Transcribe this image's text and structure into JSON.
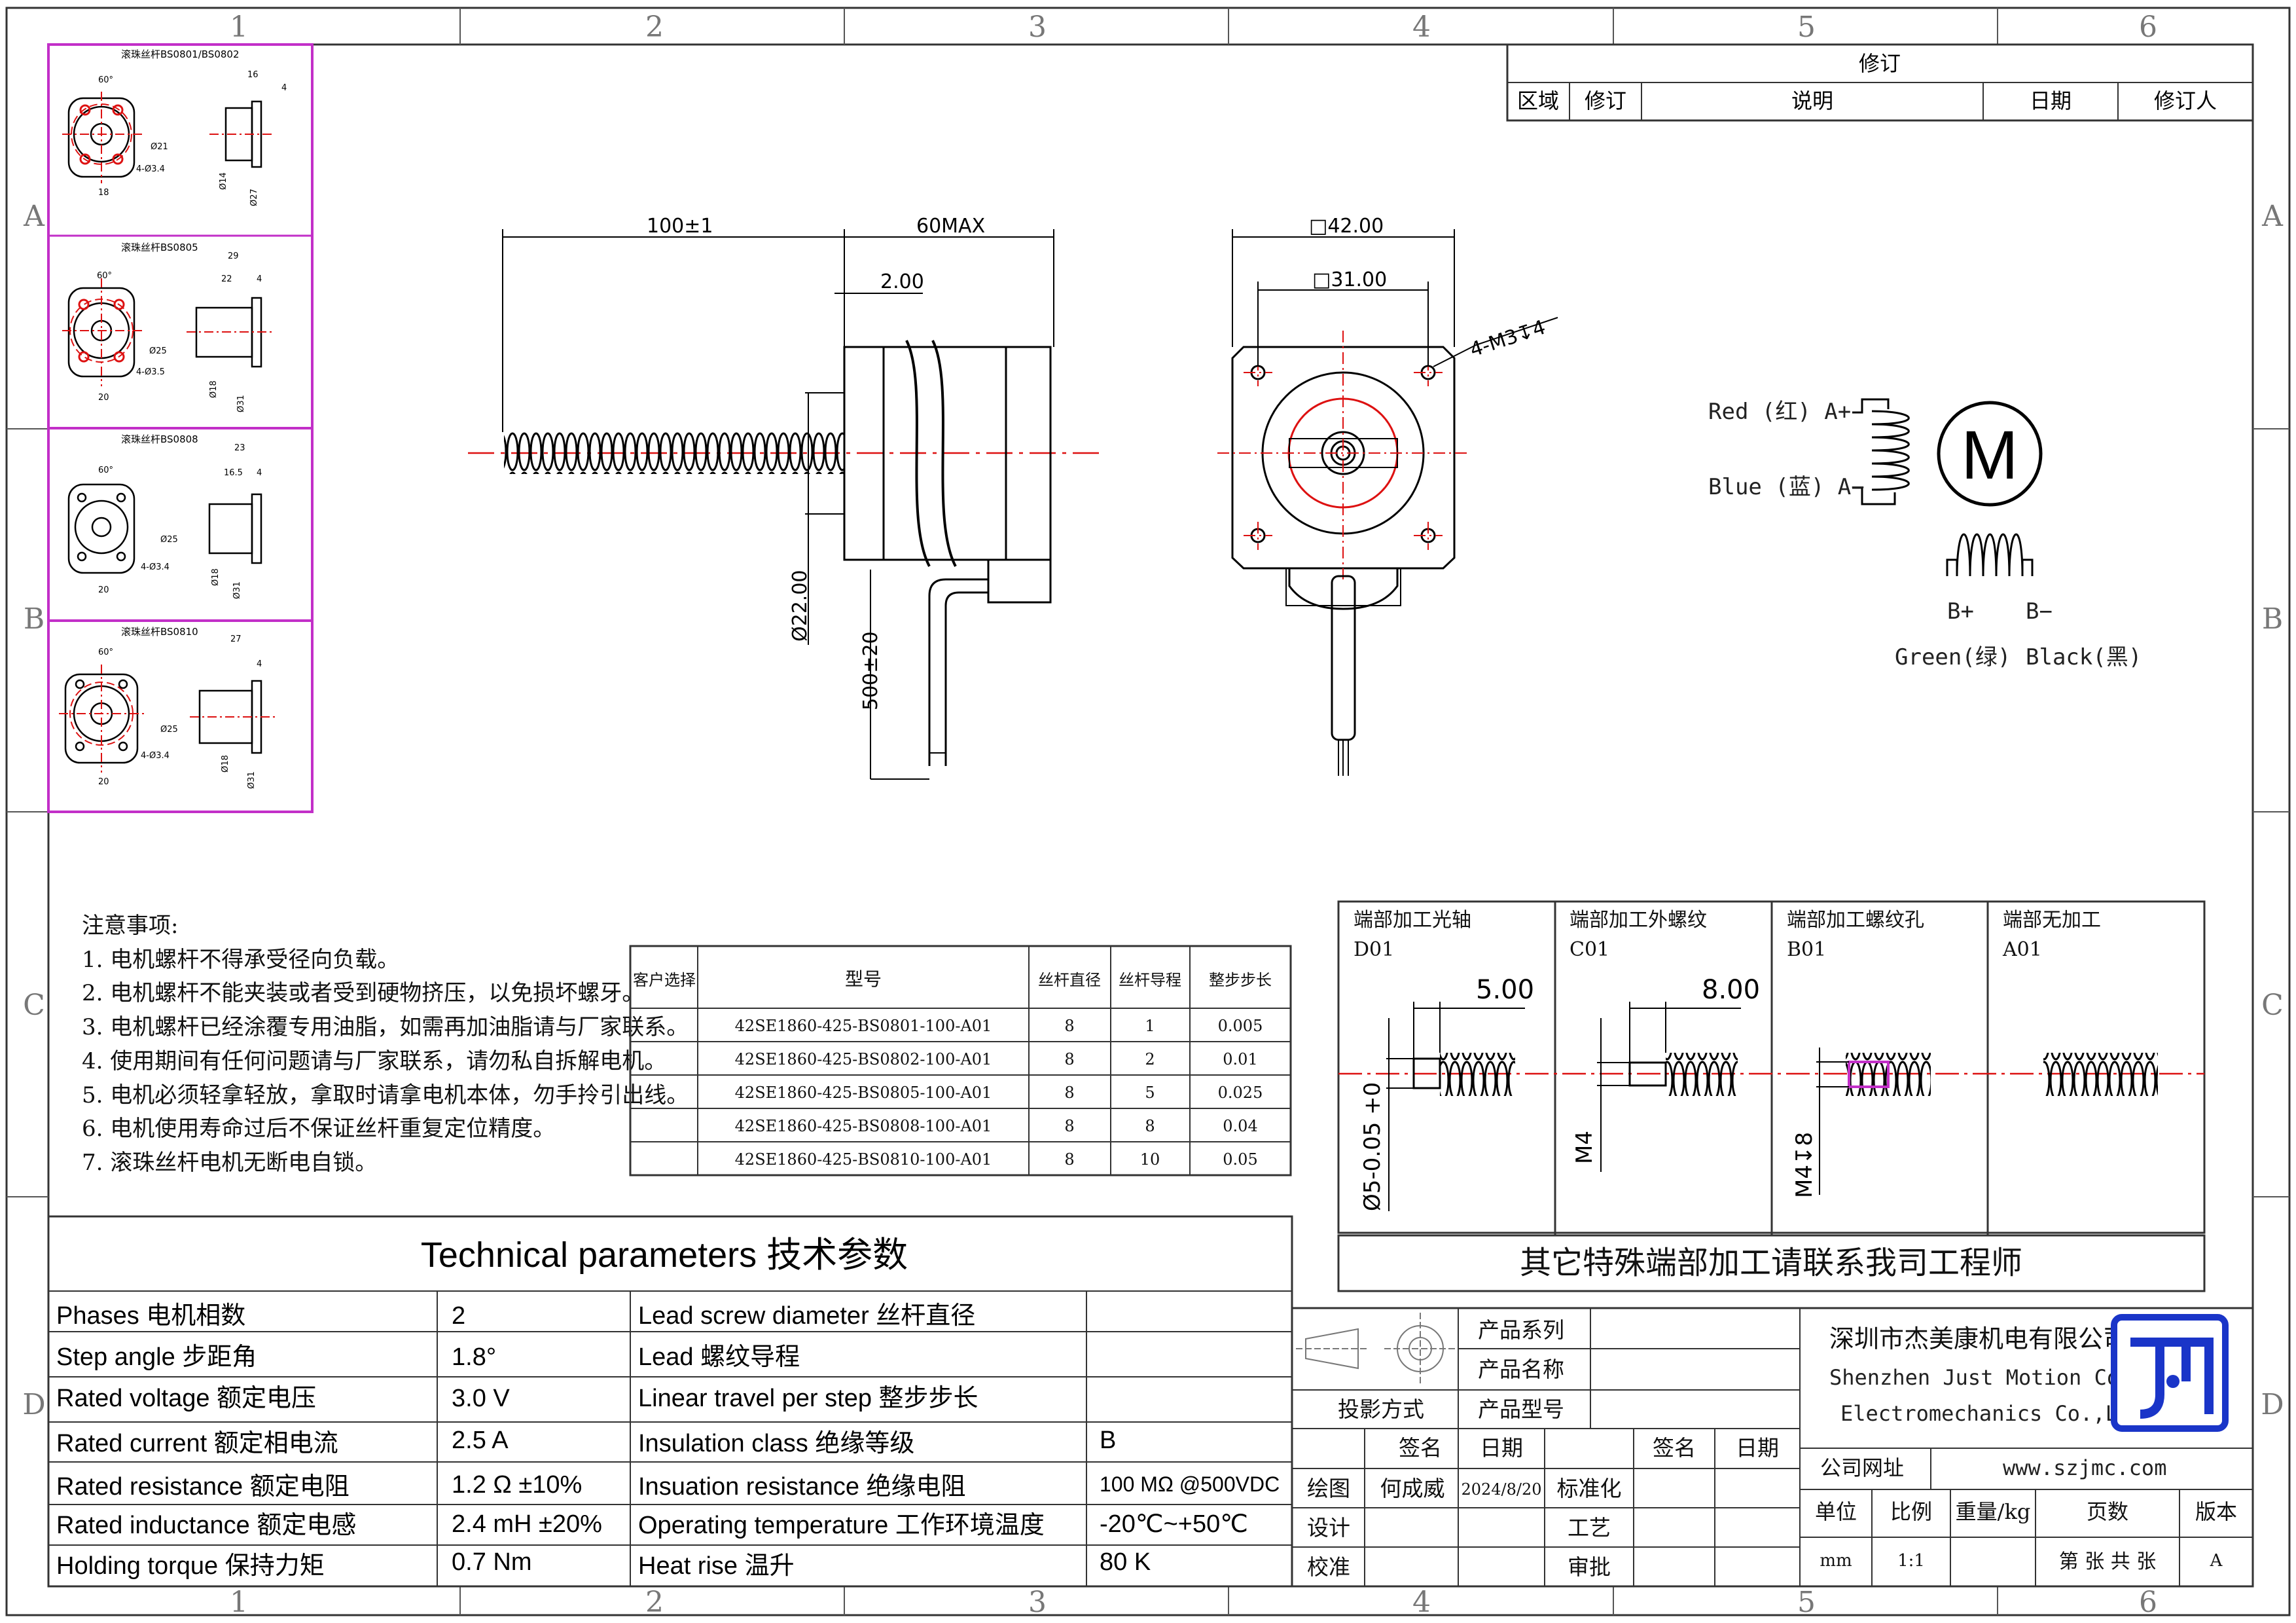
{
  "frame": {
    "columns": [
      "1",
      "2",
      "3",
      "4",
      "5",
      "6"
    ],
    "rows": [
      "A",
      "B",
      "C",
      "D"
    ]
  },
  "revision": {
    "title": "修订",
    "headers": [
      "区域",
      "修订",
      "说明",
      "日期",
      "修订人"
    ]
  },
  "ballnut_panels": [
    {
      "title": "滚珠丝杆BS0801/BS0802",
      "angle": "60°",
      "d1": "Ø21",
      "d2": "4-Ø3.4",
      "w": "18",
      "len": "16",
      "h": "4",
      "s1": "Ø14",
      "s2": "Ø27"
    },
    {
      "title": "滚珠丝杆BS0805",
      "angle": "60°",
      "d1": "Ø25",
      "d2": "4-Ø3.5",
      "w": "20",
      "len": "29",
      "len2": "22",
      "h": "4",
      "s1": "Ø18",
      "s2": "Ø31"
    },
    {
      "title": "滚珠丝杆BS0808",
      "angle": "60°",
      "d1": "Ø25",
      "d2": "4-Ø3.4",
      "w": "20",
      "len": "23",
      "len2": "16.5",
      "h": "4",
      "s1": "Ø18",
      "s2": "Ø31"
    },
    {
      "title": "滚珠丝杆BS0810",
      "angle": "60°",
      "d1": "Ø25",
      "d2": "4-Ø3.4",
      "w": "20",
      "len": "27",
      "h": "4",
      "s1": "Ø18",
      "s2": "Ø31"
    }
  ],
  "side_view": {
    "dim_shaft": "100±1",
    "dim_body": "60MAX",
    "dim_step": "2.00",
    "dim_dia": "Ø22.00",
    "dim_cable": "500±20"
  },
  "front_view": {
    "dim_outer": "□42.00",
    "dim_holes": "□31.00",
    "dim_thread": "4-M3↧4"
  },
  "wiring": {
    "motor": "M",
    "red": "Red (红) A+",
    "blue": "Blue (蓝) A−",
    "b_plus": "B+",
    "b_minus": "B−",
    "green": "Green(绿)",
    "black": "Black(黑)"
  },
  "notes": {
    "title": "注意事项:",
    "items": [
      "1. 电机螺杆不得承受径向负载。",
      "2. 电机螺杆不能夹装或者受到硬物挤压，以免损坏螺牙。",
      "3. 电机螺杆已经涂覆专用油脂，如需再加油脂请与厂家联系。",
      "4. 使用期间有任何问题请与厂家联系，请勿私自拆解电机。",
      "5. 电机必须轻拿轻放，拿取时请拿电机本体，勿手拎引出线。",
      "6. 电机使用寿命过后不保证丝杆重复定位精度。",
      "7. 滚珠丝杆电机无断电自锁。"
    ]
  },
  "model_table": {
    "headers": [
      "客户选择",
      "型号",
      "丝杆直径",
      "丝杆导程",
      "整步步长"
    ],
    "rows": [
      [
        "",
        "42SE1860-425-BS0801-100-A01",
        "8",
        "1",
        "0.005"
      ],
      [
        "",
        "42SE1860-425-BS0802-100-A01",
        "8",
        "2",
        "0.01"
      ],
      [
        "",
        "42SE1860-425-BS0805-100-A01",
        "8",
        "5",
        "0.025"
      ],
      [
        "",
        "42SE1860-425-BS0808-100-A01",
        "8",
        "8",
        "0.04"
      ],
      [
        "",
        "42SE1860-425-BS0810-100-A01",
        "8",
        "10",
        "0.05"
      ]
    ]
  },
  "end_machining": {
    "panels": [
      {
        "title": "端部加工光轴",
        "code": "D01",
        "dim": "5.00",
        "dim2": "Ø5-0.05 +0"
      },
      {
        "title": "端部加工外螺纹",
        "code": "C01",
        "dim": "8.00",
        "dim2": "M4"
      },
      {
        "title": "端部加工螺纹孔",
        "code": "B01",
        "dim2": "M4↧8"
      },
      {
        "title": "端部无加工",
        "code": "A01"
      }
    ],
    "footer": "其它特殊端部加工请联系我司工程师"
  },
  "tech": {
    "title": "Technical parameters 技术参数",
    "left": [
      [
        "Phases 电机相数",
        "2"
      ],
      [
        "Step angle 步距角",
        "1.8°"
      ],
      [
        "Rated voltage 额定电压",
        "3.0 V"
      ],
      [
        "Rated current 额定相电流",
        "2.5 A"
      ],
      [
        "Rated resistance 额定电阻",
        "1.2 Ω  ±10%"
      ],
      [
        "Rated inductance 额定电感",
        "2.4 mH ±20%"
      ],
      [
        "Holding torque 保持力矩",
        "0.7 Nm"
      ]
    ],
    "right": [
      [
        "Lead screw diameter 丝杆直径",
        ""
      ],
      [
        "Lead 螺纹导程",
        ""
      ],
      [
        "Linear travel per step 整步步长",
        ""
      ],
      [
        "Insulation class 绝缘等级",
        "B"
      ],
      [
        "Insuation resistance 绝缘电阻",
        "100 MΩ @500VDC"
      ],
      [
        "Operating temperature 工作环境温度",
        "-20℃~+50℃"
      ],
      [
        "Heat rise 温升",
        "80 K"
      ]
    ]
  },
  "title_block": {
    "series": "产品系列",
    "name": "产品名称",
    "projection": "投影方式",
    "model": "产品型号",
    "sign": "签名",
    "date": "日期",
    "draw": "绘图",
    "drawer": "何成威",
    "draw_date": "2024/8/20",
    "std": "标准化",
    "design": "设计",
    "craft": "工艺",
    "check": "校准",
    "approve": "审批",
    "company_cn": "深圳市杰美康机电有限公司",
    "company_en1": "Shenzhen Just Motion Control",
    "company_en2": "Electromechanics Co.,LTD",
    "site_label": "公司网址",
    "site": "www.szjmc.com",
    "unit": "单位",
    "scale": "比例",
    "weight": "重量/kg",
    "pages": "页数",
    "version": "版本",
    "unit_v": "mm",
    "scale_v": "1:1",
    "pages_v": "第 张 共 张",
    "version_v": "A"
  }
}
